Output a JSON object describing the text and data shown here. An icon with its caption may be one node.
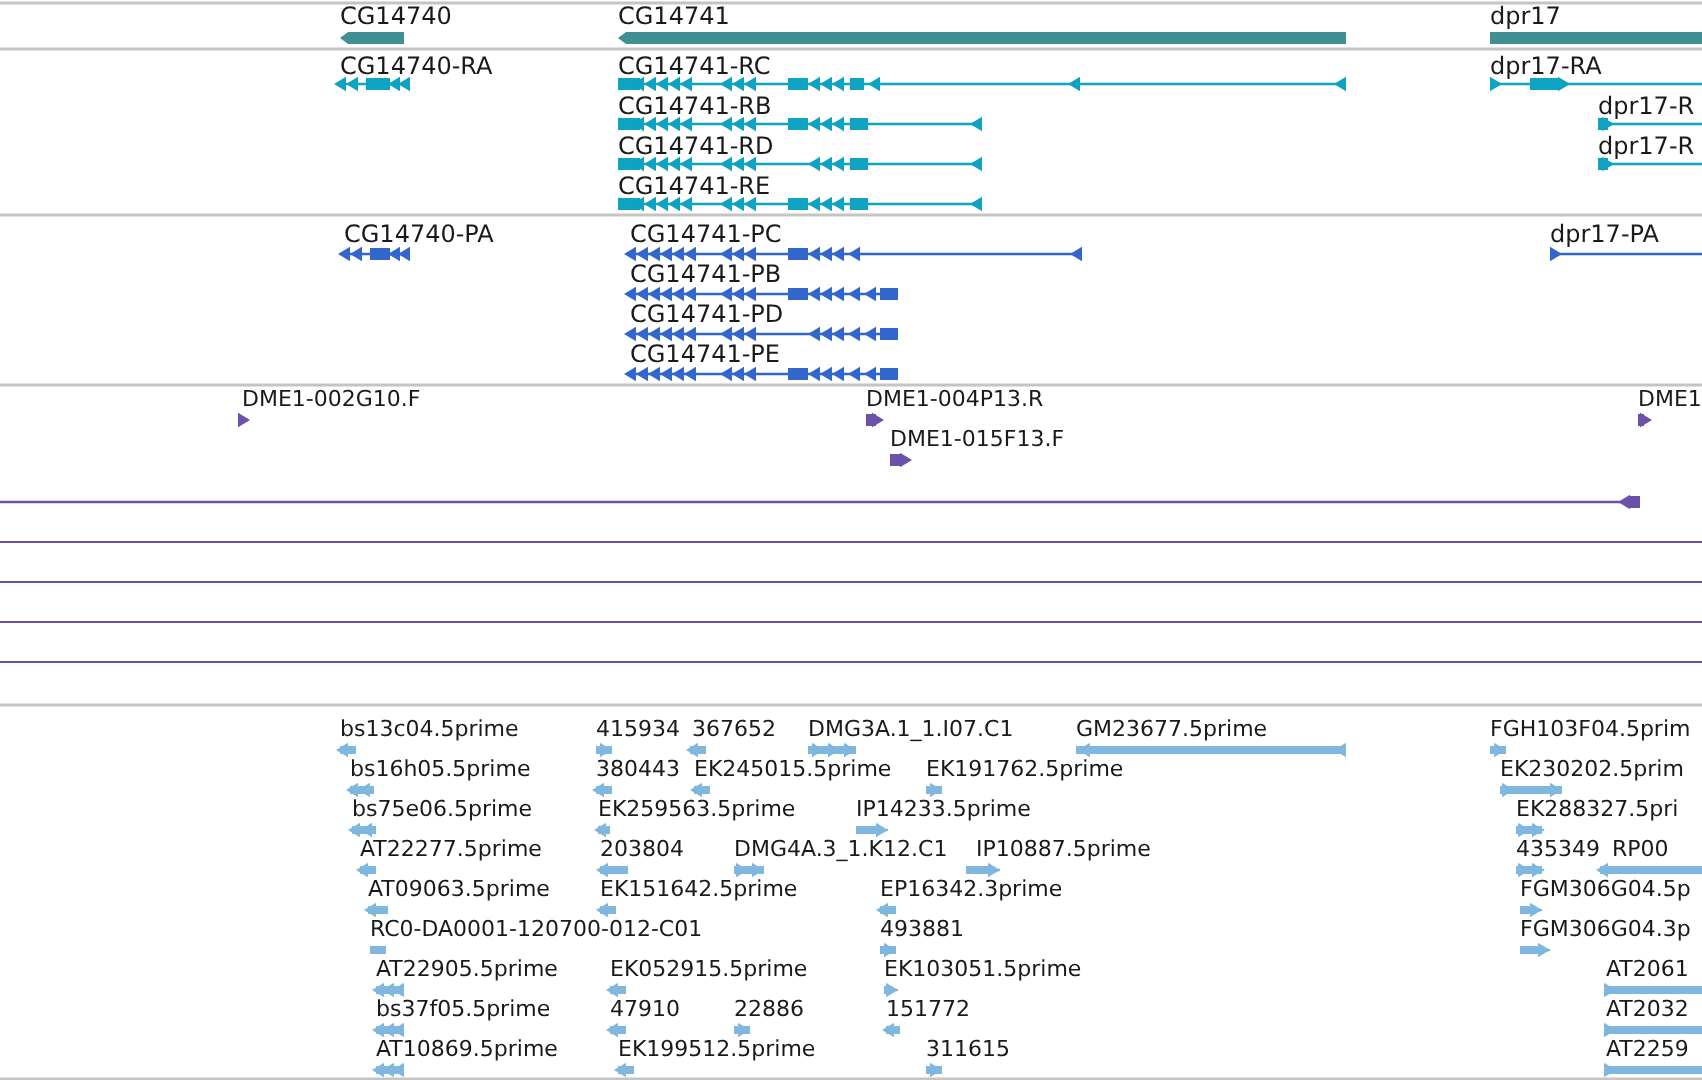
{
  "diagram": {
    "labels": [
      "CG14740",
      "CG14741",
      "dpr17",
      "CG14740-RA",
      "CG14741-RC",
      "CG14741-RB",
      "CG14741-RD",
      "CG14741-RE",
      "dpr17-RA",
      "dpr17-R",
      "dpr17-R",
      "CG14740-PA",
      "CG14741-PC",
      "CG14741-PB",
      "CG14741-PD",
      "CG14741-PE",
      "dpr17-PA",
      "DME1-002G10.F",
      "DME1-004P13.R",
      "DME1-015F13.F",
      "DME1",
      "bs13c04.5prime",
      "415934",
      "367652",
      "DMG3A.1_1.I07.C1",
      "GM23677.5prime",
      "FGH103F04.5prim",
      "bs16h05.5prime",
      "380443",
      "EK245015.5prime",
      "EK191762.5prime",
      "EK230202.5prim",
      "bs75e06.5prime",
      "EK259563.5prime",
      "IP14233.5prime",
      "EK288327.5pri",
      "AT22277.5prime",
      "203804",
      "DMG4A.3_1.K12.C1",
      "IP10887.5prime",
      "435349",
      "RP00",
      "AT09063.5prime",
      "EK151642.5prime",
      "EP16342.3prime",
      "FGM306G04.5p",
      "RC0-DA0001-120700-012-C01",
      "493881",
      "FGM306G04.3p",
      "AT22905.5prime",
      "EK052915.5prime",
      "EK103051.5prime",
      "AT2061",
      "bs37f05.5prime",
      "47910",
      "22886",
      "151772",
      "AT2032",
      "AT10869.5prime",
      "EK199512.5prime",
      "311615",
      "AT2259"
    ]
  }
}
